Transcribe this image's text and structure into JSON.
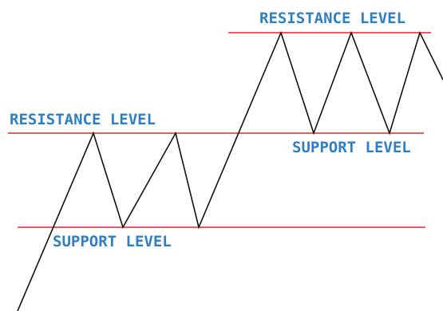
{
  "diagram": {
    "labels": {
      "resistance_left": "RESISTANCE LEVEL",
      "resistance_right": "RESISTANCE LEVEL",
      "support_left": "SUPPORT LEVEL",
      "support_right": "SUPPORT LEVEL"
    },
    "colors": {
      "level_line": "#e8202a",
      "price_line": "#111111",
      "label_text": "#2f7fc4",
      "background": "#ffffff"
    }
  }
}
